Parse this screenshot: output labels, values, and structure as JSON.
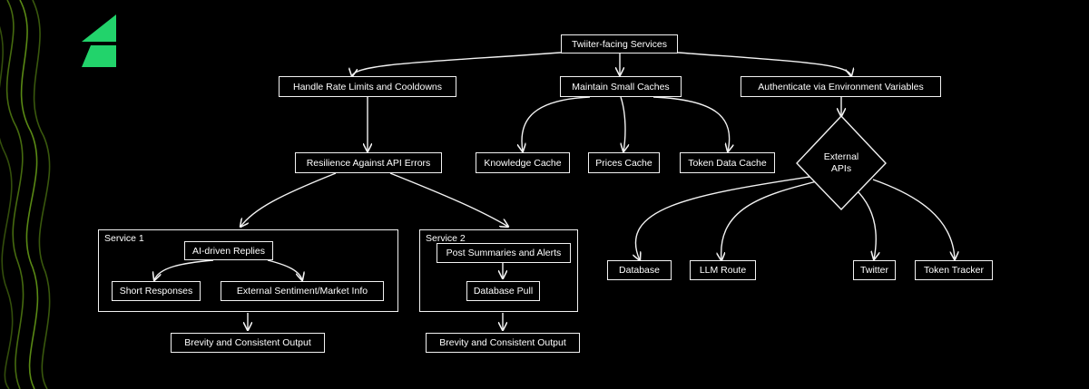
{
  "nodes": {
    "root": "Twiiter-facing Services",
    "rate": "Handle Rate Limits and Cooldowns",
    "caches": "Maintain Small Caches",
    "auth": "Authenticate via Environment Variables",
    "resilience": "Resilience Against API Errors",
    "knowledge_cache": "Knowledge Cache",
    "prices_cache": "Prices Cache",
    "token_cache": "Token Data Cache",
    "external_apis_line1": "External",
    "external_apis_line2": "APIs",
    "service1_label": "Service 1",
    "ai_replies": "AI-driven Replies",
    "short_responses": "Short Responses",
    "sentiment": "External Sentiment/Market Info",
    "brevity1": "Brevity and Consistent Output",
    "service2_label": "Service 2",
    "post_summaries": "Post Summaries and Alerts",
    "db_pull": "Database Pull",
    "brevity2": "Brevity and Consistent Output",
    "database": "Database",
    "llm_route": "LLM Route",
    "twitter": "Twitter",
    "token_tracker": "Token Tracker"
  },
  "colors": {
    "background": "#000000",
    "stroke": "#f2f2f2",
    "logo_green": "#22d36b",
    "wave_green": "#7fc31c"
  }
}
